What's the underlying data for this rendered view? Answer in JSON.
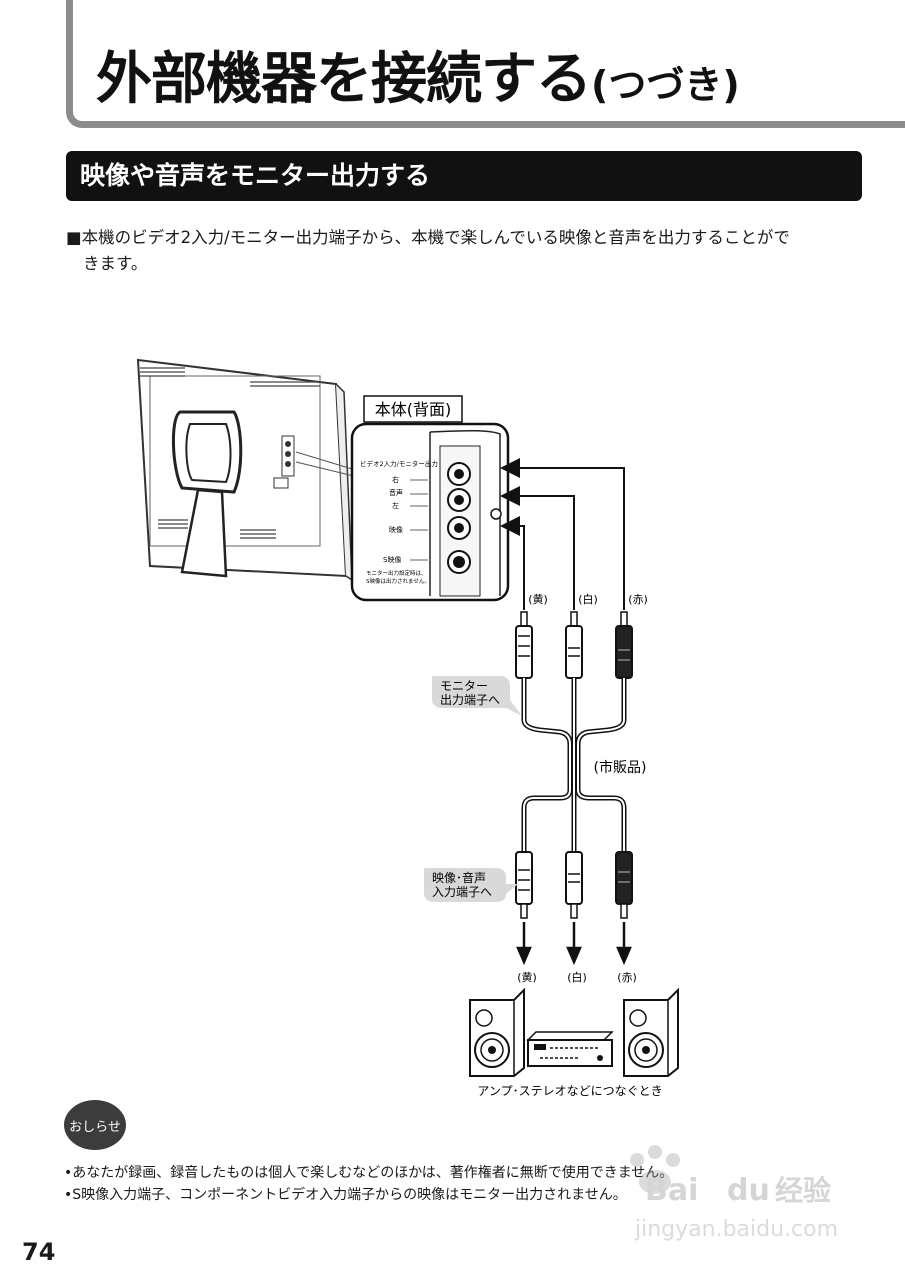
{
  "header": {
    "title_main": "外部機器を接続する",
    "title_suffix": "(つづき)"
  },
  "section": {
    "title": "映像や音声をモニター出力する"
  },
  "intro": {
    "line1": "■本機のビデオ2入力/モニター出力端子から、本機で楽しんでいる映像と音声を出力することがで",
    "line2": "きます。"
  },
  "diagram": {
    "rear_label": "本体(背面)",
    "panel_label": "ビデオ2入力/モニター出力",
    "jack_right": "右",
    "jack_audio": "音声",
    "jack_left": "左",
    "jack_video": "映像",
    "jack_s_video": "S映像",
    "panel_note_1": "モニター出力設定時は、",
    "panel_note_2": "S映像は出力されません。",
    "color_yellow": "(黄)",
    "color_white": "(白)",
    "color_red": "(赤)",
    "callout_monitor_1": "モニター",
    "callout_monitor_2": "出力端子へ",
    "cable_label": "(市販品)",
    "callout_input_1": "映像･音声",
    "callout_input_2": "入力端子へ",
    "amp_caption": "アンプ･ステレオなどにつなぐとき"
  },
  "notice": {
    "badge": "おしらせ",
    "note1": "•あなたが録画、録音したものは個人で楽しむなどのほかは、著作権者に無断で使用できません。",
    "note2": "•S映像入力端子、コンポーネントビデオ入力端子からの映像はモニター出力されません。"
  },
  "footer": {
    "page_number": "74"
  },
  "watermark": {
    "brand_1": "Bai",
    "brand_2": "du",
    "brand_3": "经验",
    "url": "jingyan.baidu.com"
  },
  "colors": {
    "title_frame": "#8c8c8c",
    "section_bar": "#111111",
    "callout": "#d9d9d9",
    "badge": "#3c3c3c"
  }
}
